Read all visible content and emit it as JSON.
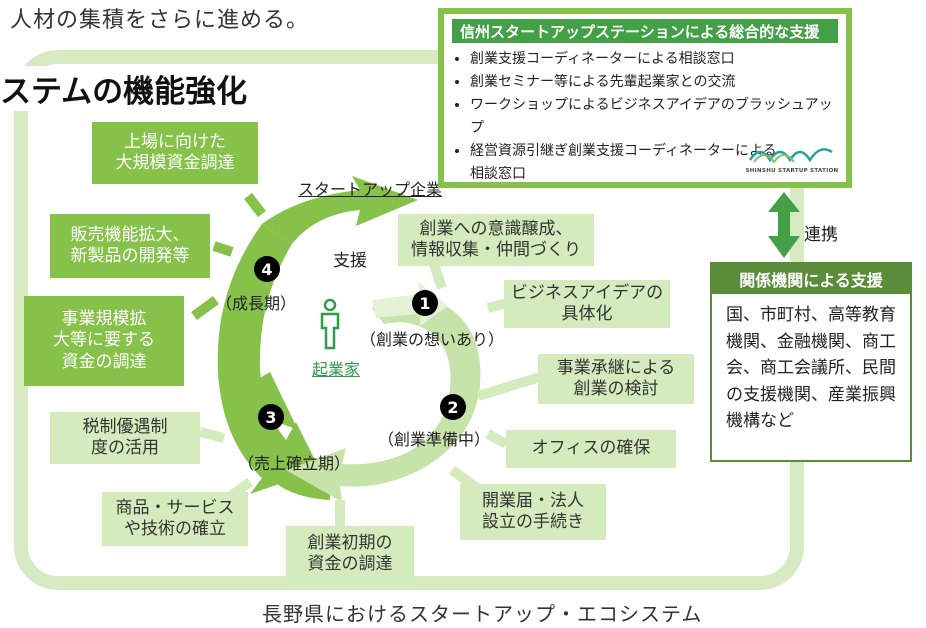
{
  "top_text": "人材の集積をさらに進める。",
  "main_title": "ステムの機能強化",
  "cycle": {
    "startup_label": "スタートアップ企業",
    "support_label": "支援",
    "entrepreneur_label": "起業家",
    "stages": [
      {
        "num": "1",
        "label": "（創業の想いあり）"
      },
      {
        "num": "2",
        "label": "（創業準備中）"
      },
      {
        "num": "3",
        "label": "（売上確立期）"
      },
      {
        "num": "4",
        "label": "（成長期）"
      }
    ],
    "dark_boxes": [
      {
        "text": "上場に向けた\n大規模資金調達"
      },
      {
        "text": "販売機能拡大、\n新製品の開発等"
      },
      {
        "text": "事業規模拡\n大等に要する\n資金の調達"
      }
    ],
    "light_boxes": [
      {
        "text": "創業への意識醸成、\n情報収集・仲間づくり"
      },
      {
        "text": "ビジネスアイデアの\n具体化"
      },
      {
        "text": "事業承継による\n創業の検討"
      },
      {
        "text": "オフィスの確保"
      },
      {
        "text": "開業届・法人\n設立の手続き"
      },
      {
        "text": "創業初期の\n資金の調達"
      },
      {
        "text": "商品・サービス\nや技術の確立"
      },
      {
        "text": "税制優遇制\n度の活用"
      }
    ]
  },
  "station": {
    "title": "信州スタートアップステーションによる総合的な支援",
    "items": [
      "創業支援コーディネーターによる相談窓口",
      "創業セミナー等による先輩起業家との交流",
      "ワークショップによるビジネスアイデアのブラッシュアップ",
      "経営資源引継ぎ創業支援コーディネーターによる\n相談窓口"
    ],
    "logo_text": "SHINSHU STARTUP STATION",
    "logo_icon": "wave-logo-icon"
  },
  "link_label": "連携",
  "kikan": {
    "title": "関係機関による支援",
    "text": "国、市町村、高等教育機関、金融機関、商工会、商工会議所、民間の支援機関、産業振興機構など"
  },
  "caption": "長野県におけるスタートアップ・エコシステム",
  "colors": {
    "frame": "#d7ebc2",
    "dark_green": "#86c24a",
    "light_green": "#d4ebbe",
    "station_title": "#43a047",
    "kikan_green": "#5b8c3a",
    "entrepreneur": "#2e9e4a"
  }
}
